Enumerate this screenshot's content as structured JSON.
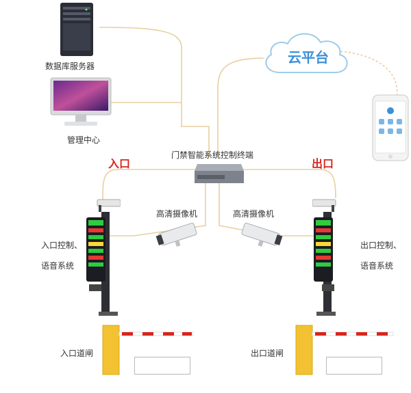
{
  "labels": {
    "db_server": "数据库服务器",
    "management_center": "管理中心",
    "cloud_platform": "云平台",
    "controller": "门禁智能系统控制终端",
    "entrance": "入口",
    "exit": "出口",
    "hd_camera_left": "高清摄像机",
    "hd_camera_right": "高清摄像机",
    "entrance_control_1": "入口控制、",
    "entrance_control_2": "语音系统",
    "exit_control_1": "出口控制、",
    "exit_control_2": "语音系统",
    "entrance_barrier": "入口道闸",
    "exit_barrier": "出口道闸"
  },
  "colors": {
    "wire": "#e8cfa0",
    "accent_red": "#d7261d",
    "cloud_text": "#3a8fd9",
    "barrier_yellow": "#f2c232",
    "barrier_stripe": "#d7261d"
  },
  "icons": {
    "server": "server-tower-icon",
    "monitor": "desktop-monitor-icon",
    "cloud": "cloud-icon",
    "phone": "smartphone-icon",
    "switch": "network-controller-icon",
    "camera": "cctv-camera-icon",
    "kiosk": "parking-kiosk-icon",
    "gate": "barrier-gate-icon"
  }
}
